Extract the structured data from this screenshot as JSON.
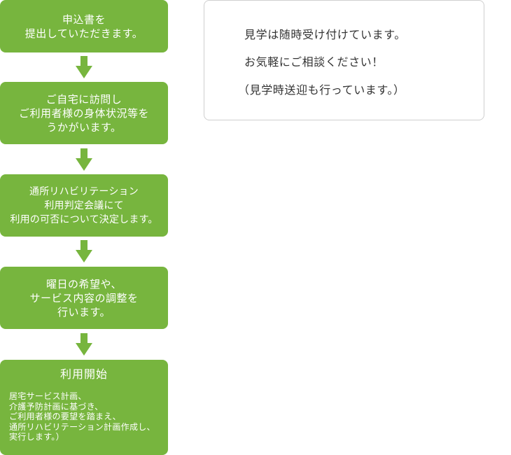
{
  "colors": {
    "step_bg": "#77b53e",
    "step_text": "#ffffff",
    "info_border": "#cfcfcf",
    "info_text": "#333333"
  },
  "flow": {
    "steps": [
      {
        "lines": [
          "申込書を",
          "提出していただきます。"
        ]
      },
      {
        "lines": [
          "ご自宅に訪問し",
          "ご利用者様の身体状況等を",
          "うかがいます。"
        ]
      },
      {
        "lines": [
          "通所リハビリテーション",
          "利用判定会議にて",
          "利用の可否について決定します。"
        ]
      },
      {
        "lines": [
          "曜日の希望や、",
          "サービス内容の調整を",
          "行います。"
        ]
      },
      {
        "title": "利用開始",
        "lines": [
          "居宅サービス計画、",
          "介護予防計画に基づき、",
          "ご利用者様の要望を踏まえ、",
          "通所リハビリテーション計画作成し、",
          "実行します。）"
        ]
      }
    ],
    "arrow_icon": "down-arrow-icon"
  },
  "info": {
    "lines": [
      "見学は随時受け付けています。",
      "お気軽にご相談ください！",
      "（見学時送迎も行っています。）"
    ]
  }
}
